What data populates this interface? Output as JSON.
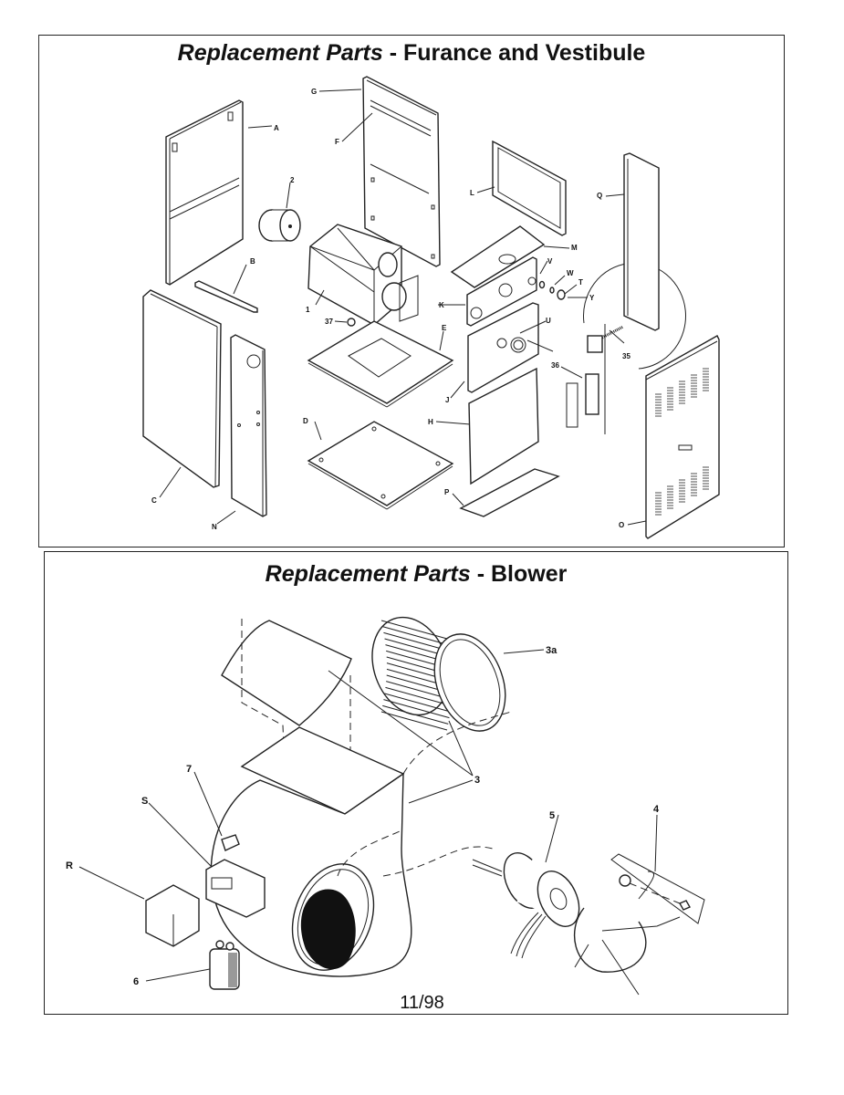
{
  "sections": [
    {
      "title_italic": "Replacement Parts",
      "separator": "-",
      "title_plain": "Furance and Vestibule",
      "callouts": {
        "A": "A",
        "B": "B",
        "C": "C",
        "D": "D",
        "E": "E",
        "F": "F",
        "G": "G",
        "H": "H",
        "J": "J",
        "K": "K",
        "L": "L",
        "M": "M",
        "N": "N",
        "O": "O",
        "P": "P",
        "Q": "Q",
        "T": "T",
        "U": "U",
        "V": "V",
        "W": "W",
        "Y": "Y",
        "n1": "1",
        "n2": "2",
        "n35": "35",
        "n36": "36",
        "n37": "37"
      }
    },
    {
      "title_italic": "Replacement Parts",
      "separator": "-",
      "title_plain": "Blower",
      "callouts": {
        "n3": "3",
        "n3a": "3a",
        "n4": "4",
        "n5": "5",
        "n6": "6",
        "n7": "7",
        "R": "R",
        "S": "S"
      }
    }
  ],
  "footer": {
    "page_date": "11/98"
  }
}
